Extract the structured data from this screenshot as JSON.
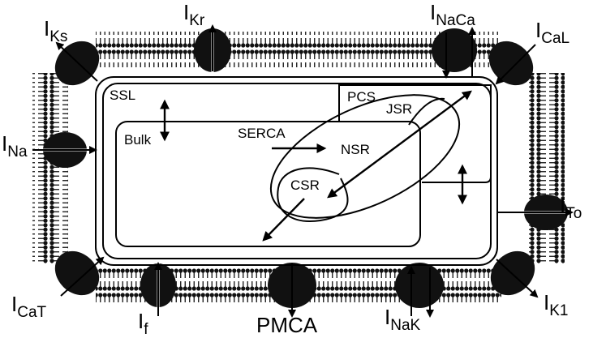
{
  "channels": {
    "iks": {
      "main": "I",
      "sub": "Ks"
    },
    "ikr": {
      "main": "I",
      "sub": "Kr"
    },
    "inaca": {
      "main": "I",
      "sub": "NaCa"
    },
    "ical": {
      "main": "I",
      "sub": "CaL"
    },
    "ina": {
      "main": "I",
      "sub": "Na"
    },
    "ito": {
      "main": "I",
      "sub": "To"
    },
    "icat": {
      "main": "I",
      "sub": "CaT"
    },
    "if": {
      "main": "I",
      "sub": "f"
    },
    "pmca": {
      "main": "PMCA"
    },
    "inak": {
      "main": "I",
      "sub": "NaK"
    },
    "ik1": {
      "main": "I",
      "sub": "K1"
    }
  },
  "compartments": {
    "ssl": "SSL",
    "bulk": "Bulk",
    "pcs": "PCS",
    "jsr": "JSR",
    "nsr": "NSR",
    "csr": "CSR",
    "serca": "SERCA"
  }
}
